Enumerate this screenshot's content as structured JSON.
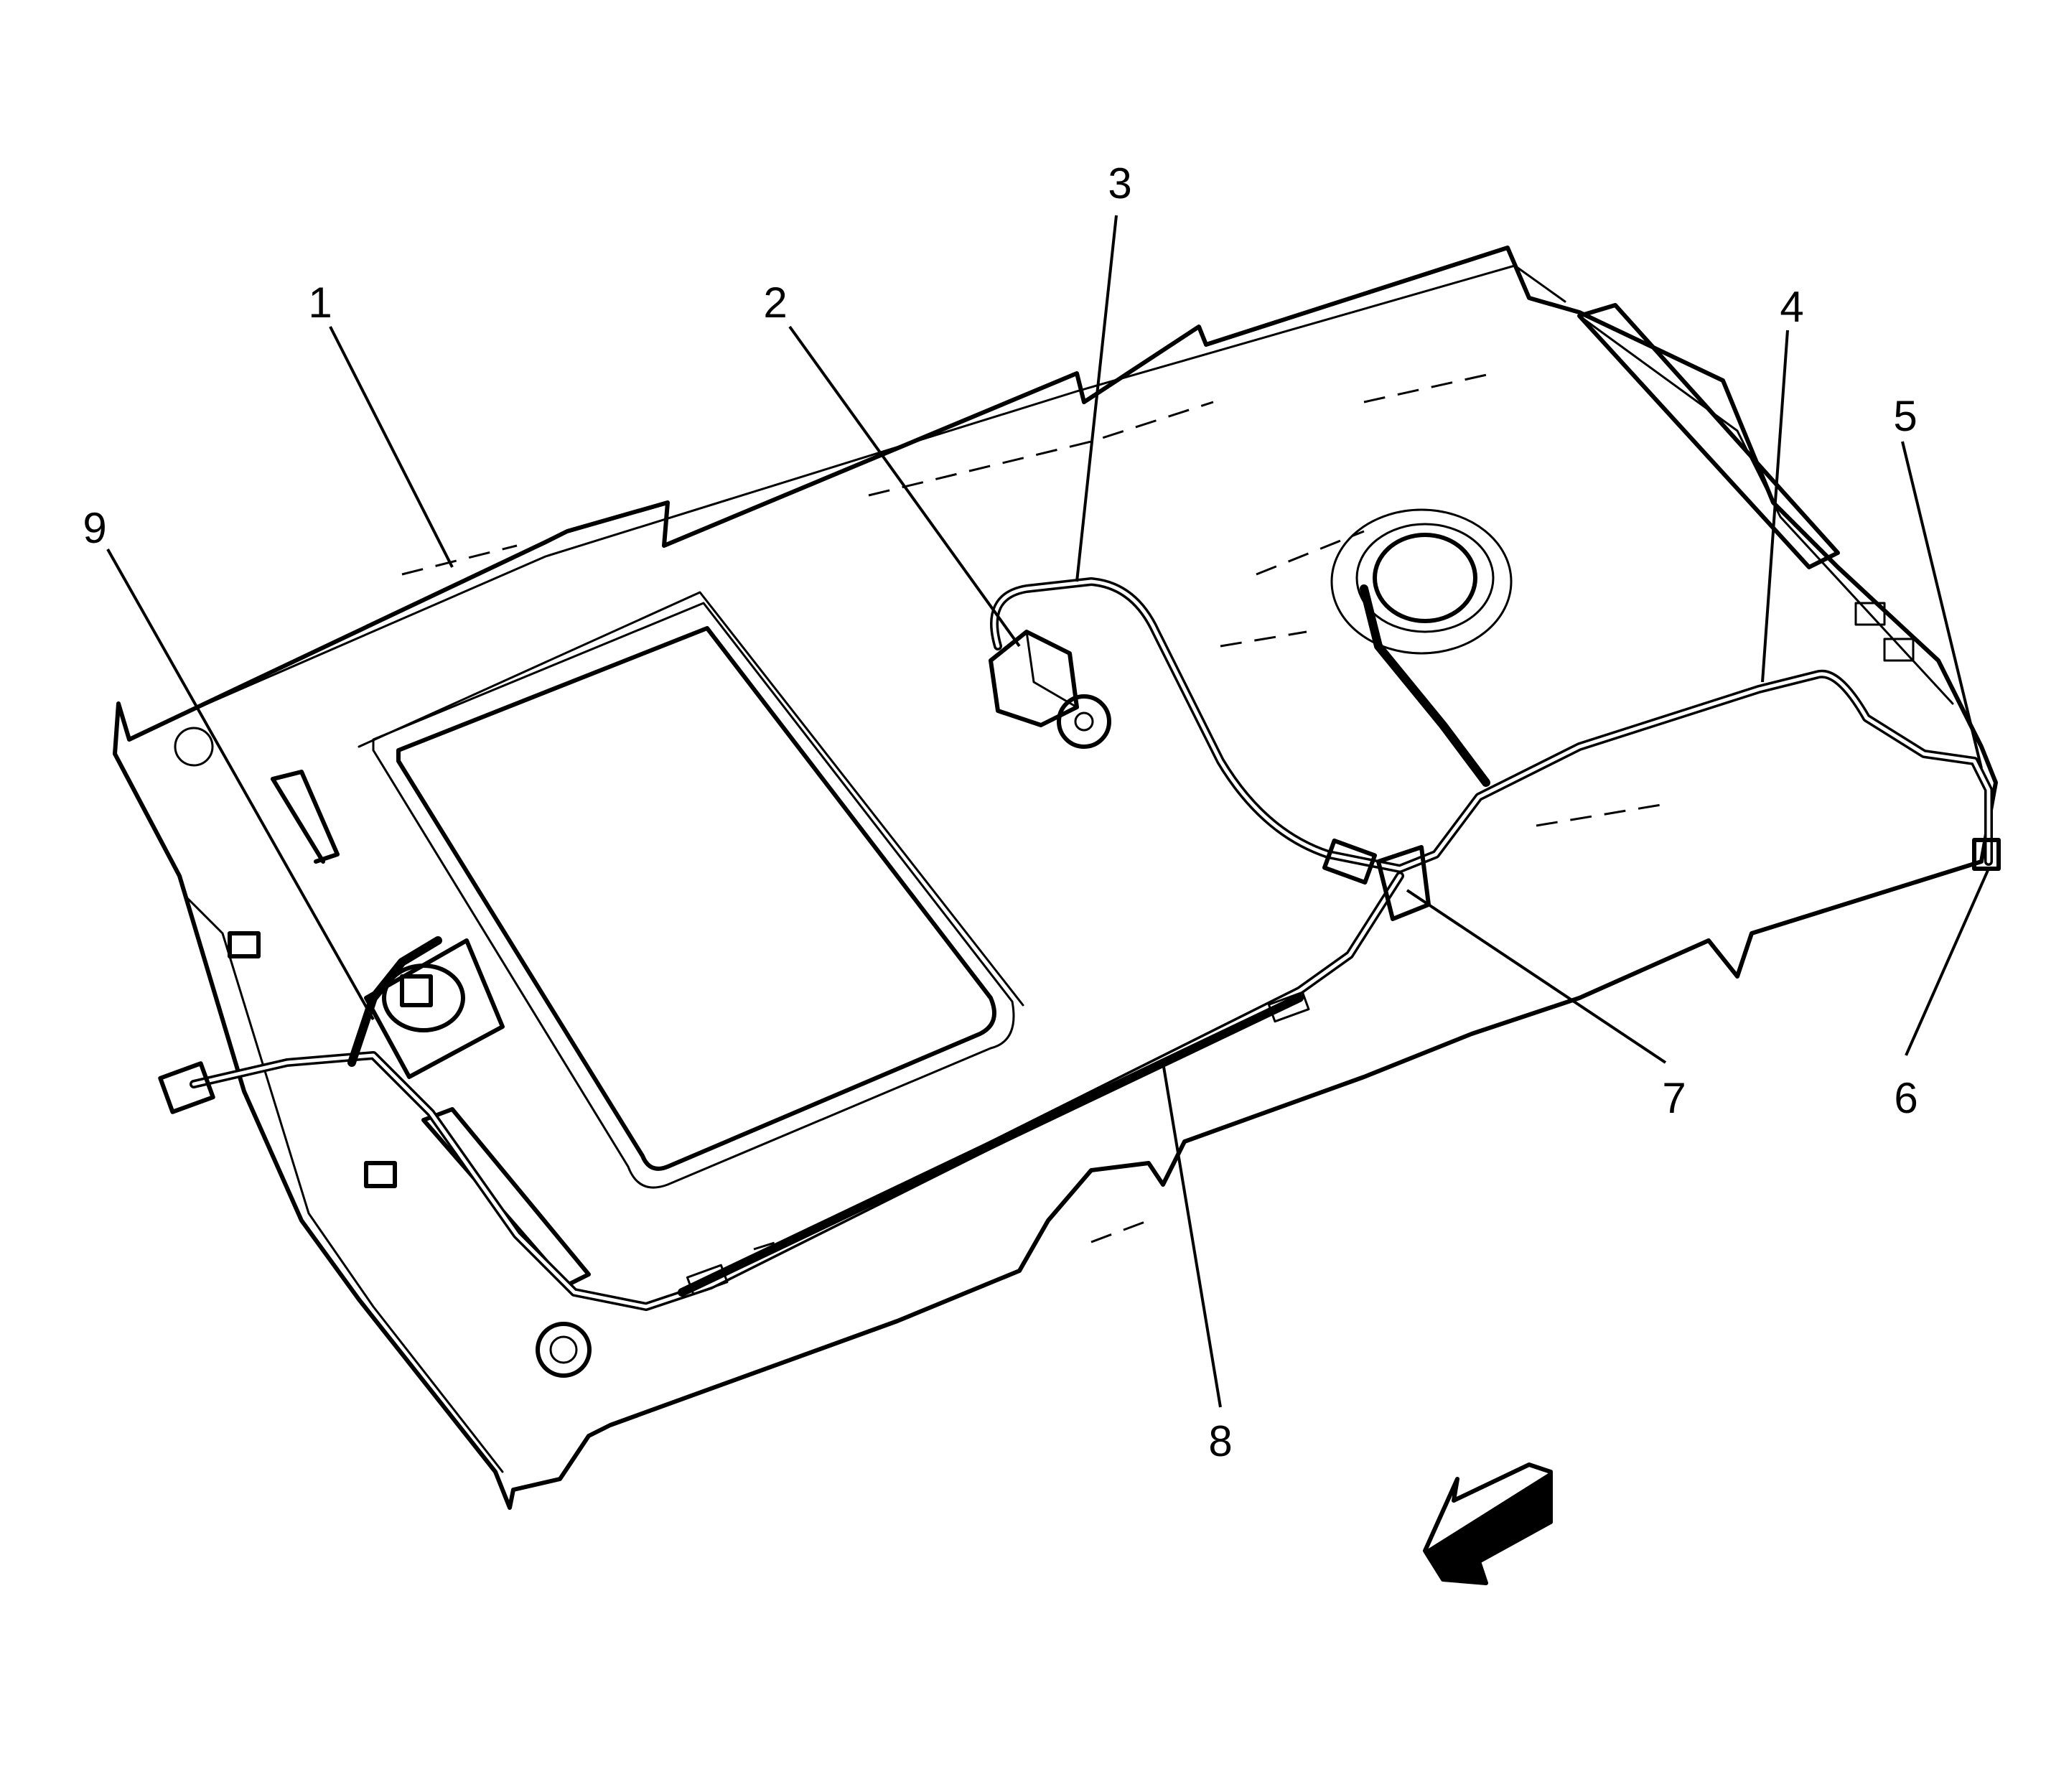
{
  "diagram": {
    "callouts": [
      {
        "id": "1",
        "label": "1"
      },
      {
        "id": "2",
        "label": "2"
      },
      {
        "id": "3",
        "label": "3"
      },
      {
        "id": "4",
        "label": "4"
      },
      {
        "id": "5",
        "label": "5"
      },
      {
        "id": "6",
        "label": "6"
      },
      {
        "id": "7",
        "label": "7"
      },
      {
        "id": "8",
        "label": "8"
      },
      {
        "id": "9",
        "label": "9"
      }
    ],
    "direction_arrow": "front-arrow-icon"
  }
}
